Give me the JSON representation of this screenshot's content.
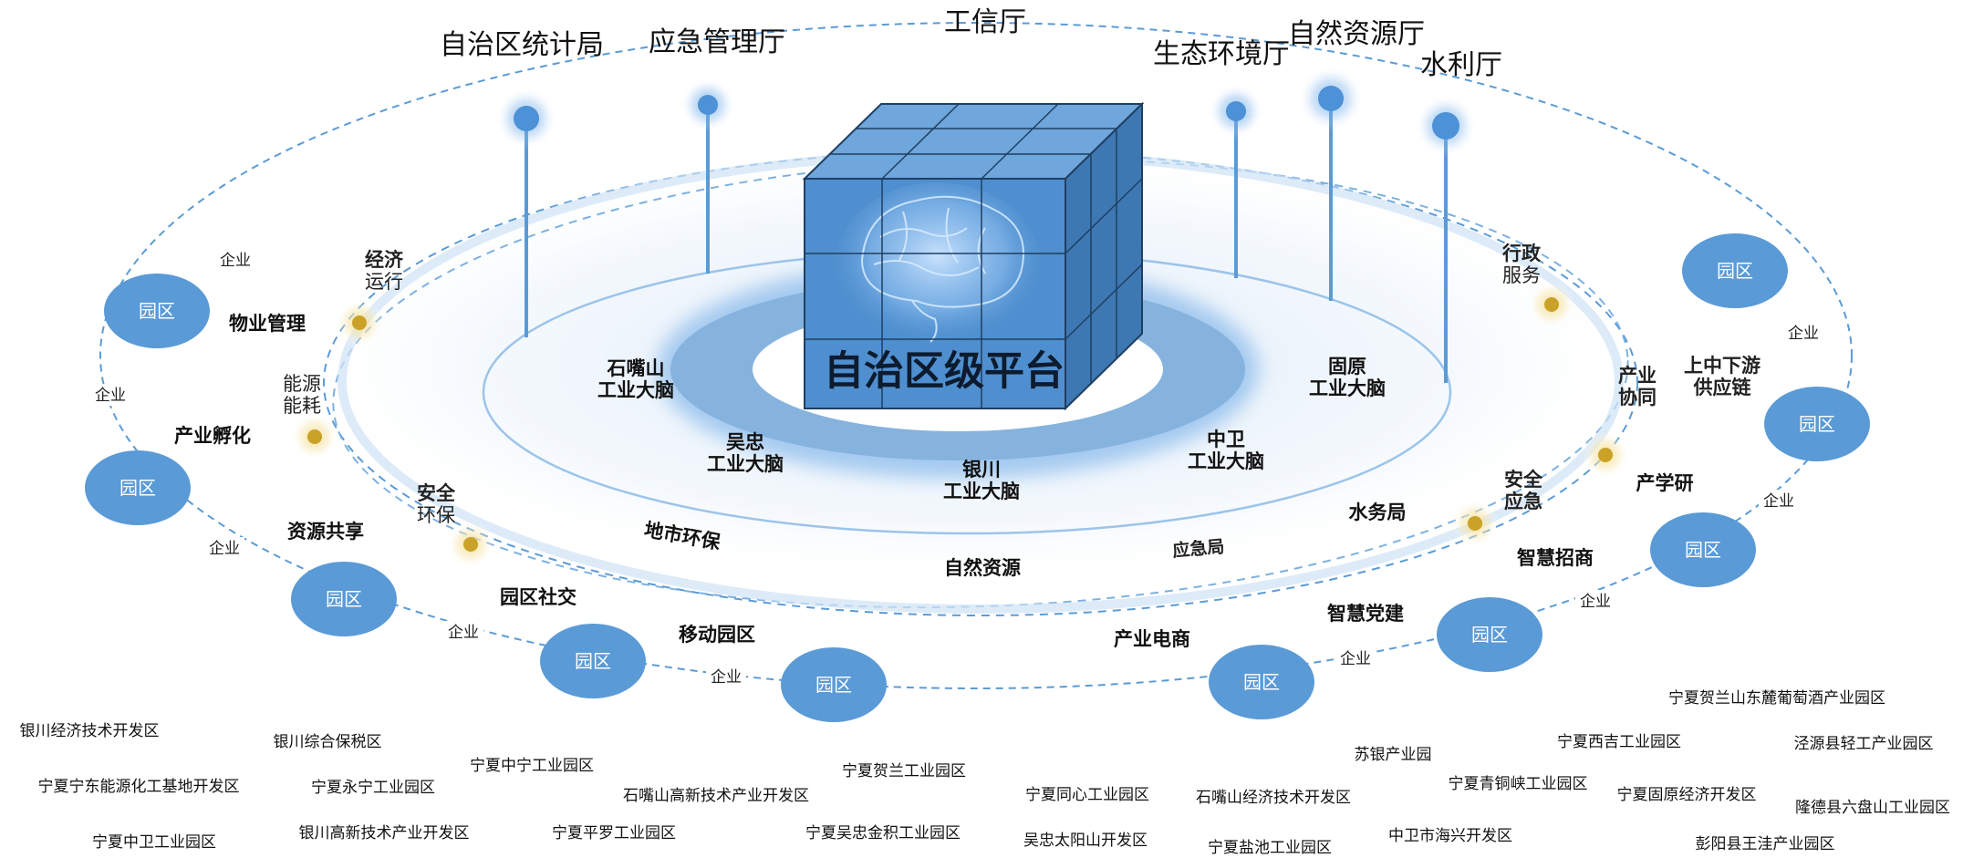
{
  "platform": {
    "title": "自治区级平台"
  },
  "departments": [
    "自治区统计局",
    "应急管理厅",
    "工信厅",
    "生态环境厅",
    "自然资源厅",
    "水利厅"
  ],
  "park_node_label": "园区",
  "enterprise_label": "企业",
  "regional_brains": [
    {
      "city": "石嘴山",
      "suffix": "工业大脑"
    },
    {
      "city": "吴忠",
      "suffix": "工业大脑"
    },
    {
      "city": "银川",
      "suffix": "工业大脑"
    },
    {
      "city": "中卫",
      "suffix": "工业大脑"
    },
    {
      "city": "固原",
      "suffix": "工业大脑"
    }
  ],
  "ring_bureaus": [
    "地市环保",
    "自然资源",
    "应急局",
    "水务局"
  ],
  "gold_nodes": [
    {
      "line1": "经济",
      "line2": "运行"
    },
    {
      "line1": "能源",
      "line2": "能耗"
    },
    {
      "line1": "安全",
      "line2": "环保"
    },
    {
      "line1": "安全",
      "line2": "应急"
    },
    {
      "line1": "产业",
      "line2": "协同"
    },
    {
      "line1": "行政",
      "line2": "服务"
    }
  ],
  "services": [
    "物业管理",
    "产业孵化",
    "资源共享",
    "园区社交",
    "移动园区",
    "产业电商",
    "智慧党建",
    "智慧招商",
    "产学研",
    "上中下游",
    "供应链"
  ],
  "industrial_parks": [
    "银川经济技术开发区",
    "宁夏宁东能源化工基地开发区",
    "宁夏中卫工业园区",
    "银川综合保税区",
    "宁夏永宁工业园区",
    "银川高新技术产业开发区",
    "宁夏中宁工业园区",
    "宁夏平罗工业园区",
    "石嘴山高新技术产业开发区",
    "宁夏贺兰工业园区",
    "宁夏吴忠金积工业园区",
    "宁夏同心工业园区",
    "吴忠太阳山开发区",
    "石嘴山经济技术开发区",
    "宁夏盐池工业园区",
    "苏银产业园",
    "中卫市海兴开发区",
    "宁夏青铜峡工业园区",
    "宁夏西吉工业园区",
    "宁夏固原经济开发区",
    "彭阳县王洼产业园区",
    "宁夏贺兰山东麓葡萄酒产业园区",
    "泾源县轻工产业园区",
    "隆德县六盘山工业园区"
  ],
  "colors": {
    "park_blue": "#5a9ad6",
    "cube_front": "#4f8fcf",
    "cube_top": "#6fa6db",
    "cube_side": "#3d78b3",
    "ring_blue": "#5b9bd5",
    "gold": "#c9a227",
    "disc": "#8cb6df"
  }
}
